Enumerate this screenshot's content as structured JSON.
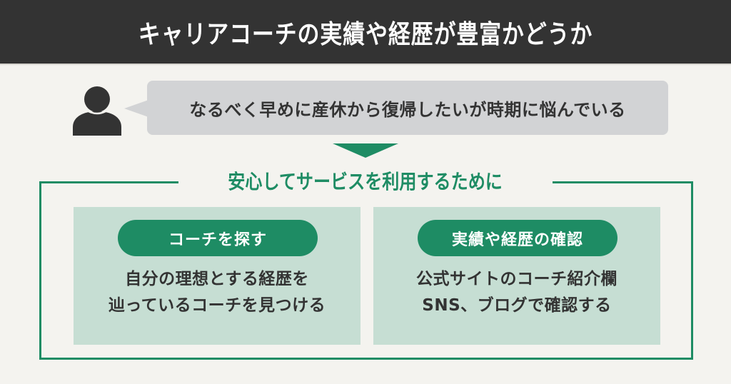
{
  "header": {
    "title": "キャリアコーチの実績や経歴が豊富かどうか",
    "background": "#333333"
  },
  "speech": {
    "icon": "person-icon",
    "text": "なるべく早めに産休から復帰したいが時期に悩んでいる"
  },
  "section": {
    "title": "安心してサービスを利用するために",
    "accent_color": "#1e8c64",
    "cards": [
      {
        "label": "コーチを探す",
        "lines": [
          "自分の理想とする経歴を",
          "辿っているコーチを見つける"
        ]
      },
      {
        "label": "実績や経歴の確認",
        "lines": [
          "公式サイトのコーチ紹介欄",
          "SNS、ブログで確認する"
        ]
      }
    ]
  },
  "colors": {
    "page_background": "#f4f3ef",
    "bubble": "#d2d3d5",
    "card_background": "#c6ded3",
    "accent": "#1e8c64",
    "text": "#333333"
  }
}
